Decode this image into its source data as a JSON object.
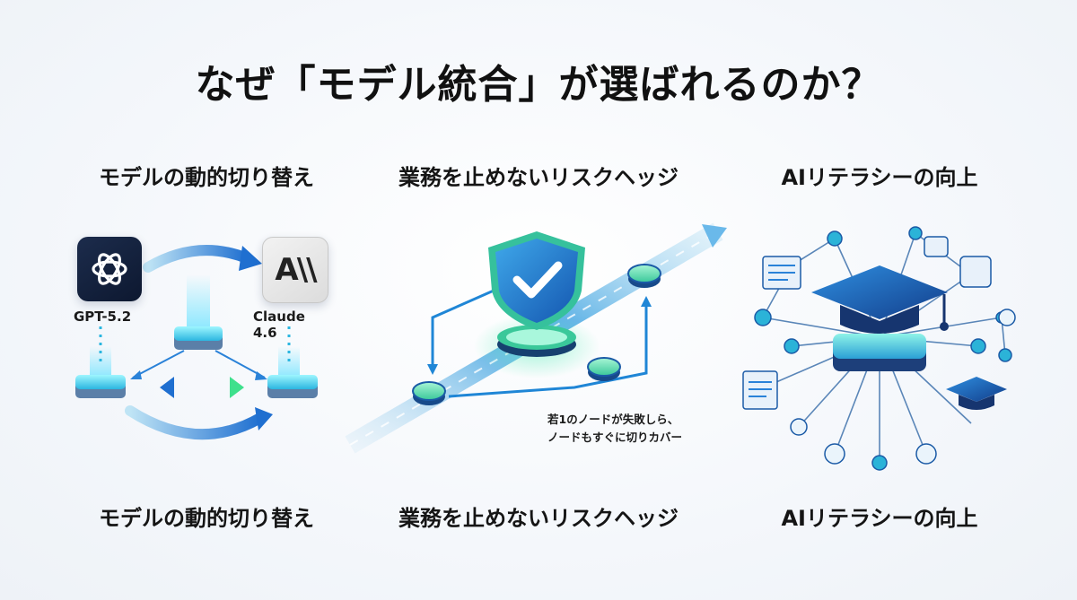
{
  "title": "なぜ「モデル統合」が選ばれるのか？",
  "columns": [
    {
      "heading": "モデルの動的切り替え",
      "footer": "モデルの動的切り替え",
      "models": [
        "GPT-5.2",
        "Claude 4.6"
      ],
      "icons": [
        "openai-logo-icon",
        "anthropic-logo-icon"
      ]
    },
    {
      "heading": "業務を止めないリスクヘッジ",
      "footer": "業務を止めないリスクヘッジ",
      "note_lines": [
        "若1のノードが失敗しら、",
        "ノードもすぐに切りカバー"
      ],
      "icons": [
        "shield-check-icon"
      ]
    },
    {
      "heading": "AIリテラシーの向上",
      "footer": "AIリテラシーの向上",
      "icons": [
        "graduation-cap-icon",
        "network-node-icon",
        "lightbulb-icon",
        "document-icon"
      ]
    }
  ],
  "colors": {
    "accent_blue": "#1f7fd6",
    "accent_cyan": "#3fd1d8",
    "accent_green": "#3ee08c",
    "dark_navy": "#16233f"
  }
}
